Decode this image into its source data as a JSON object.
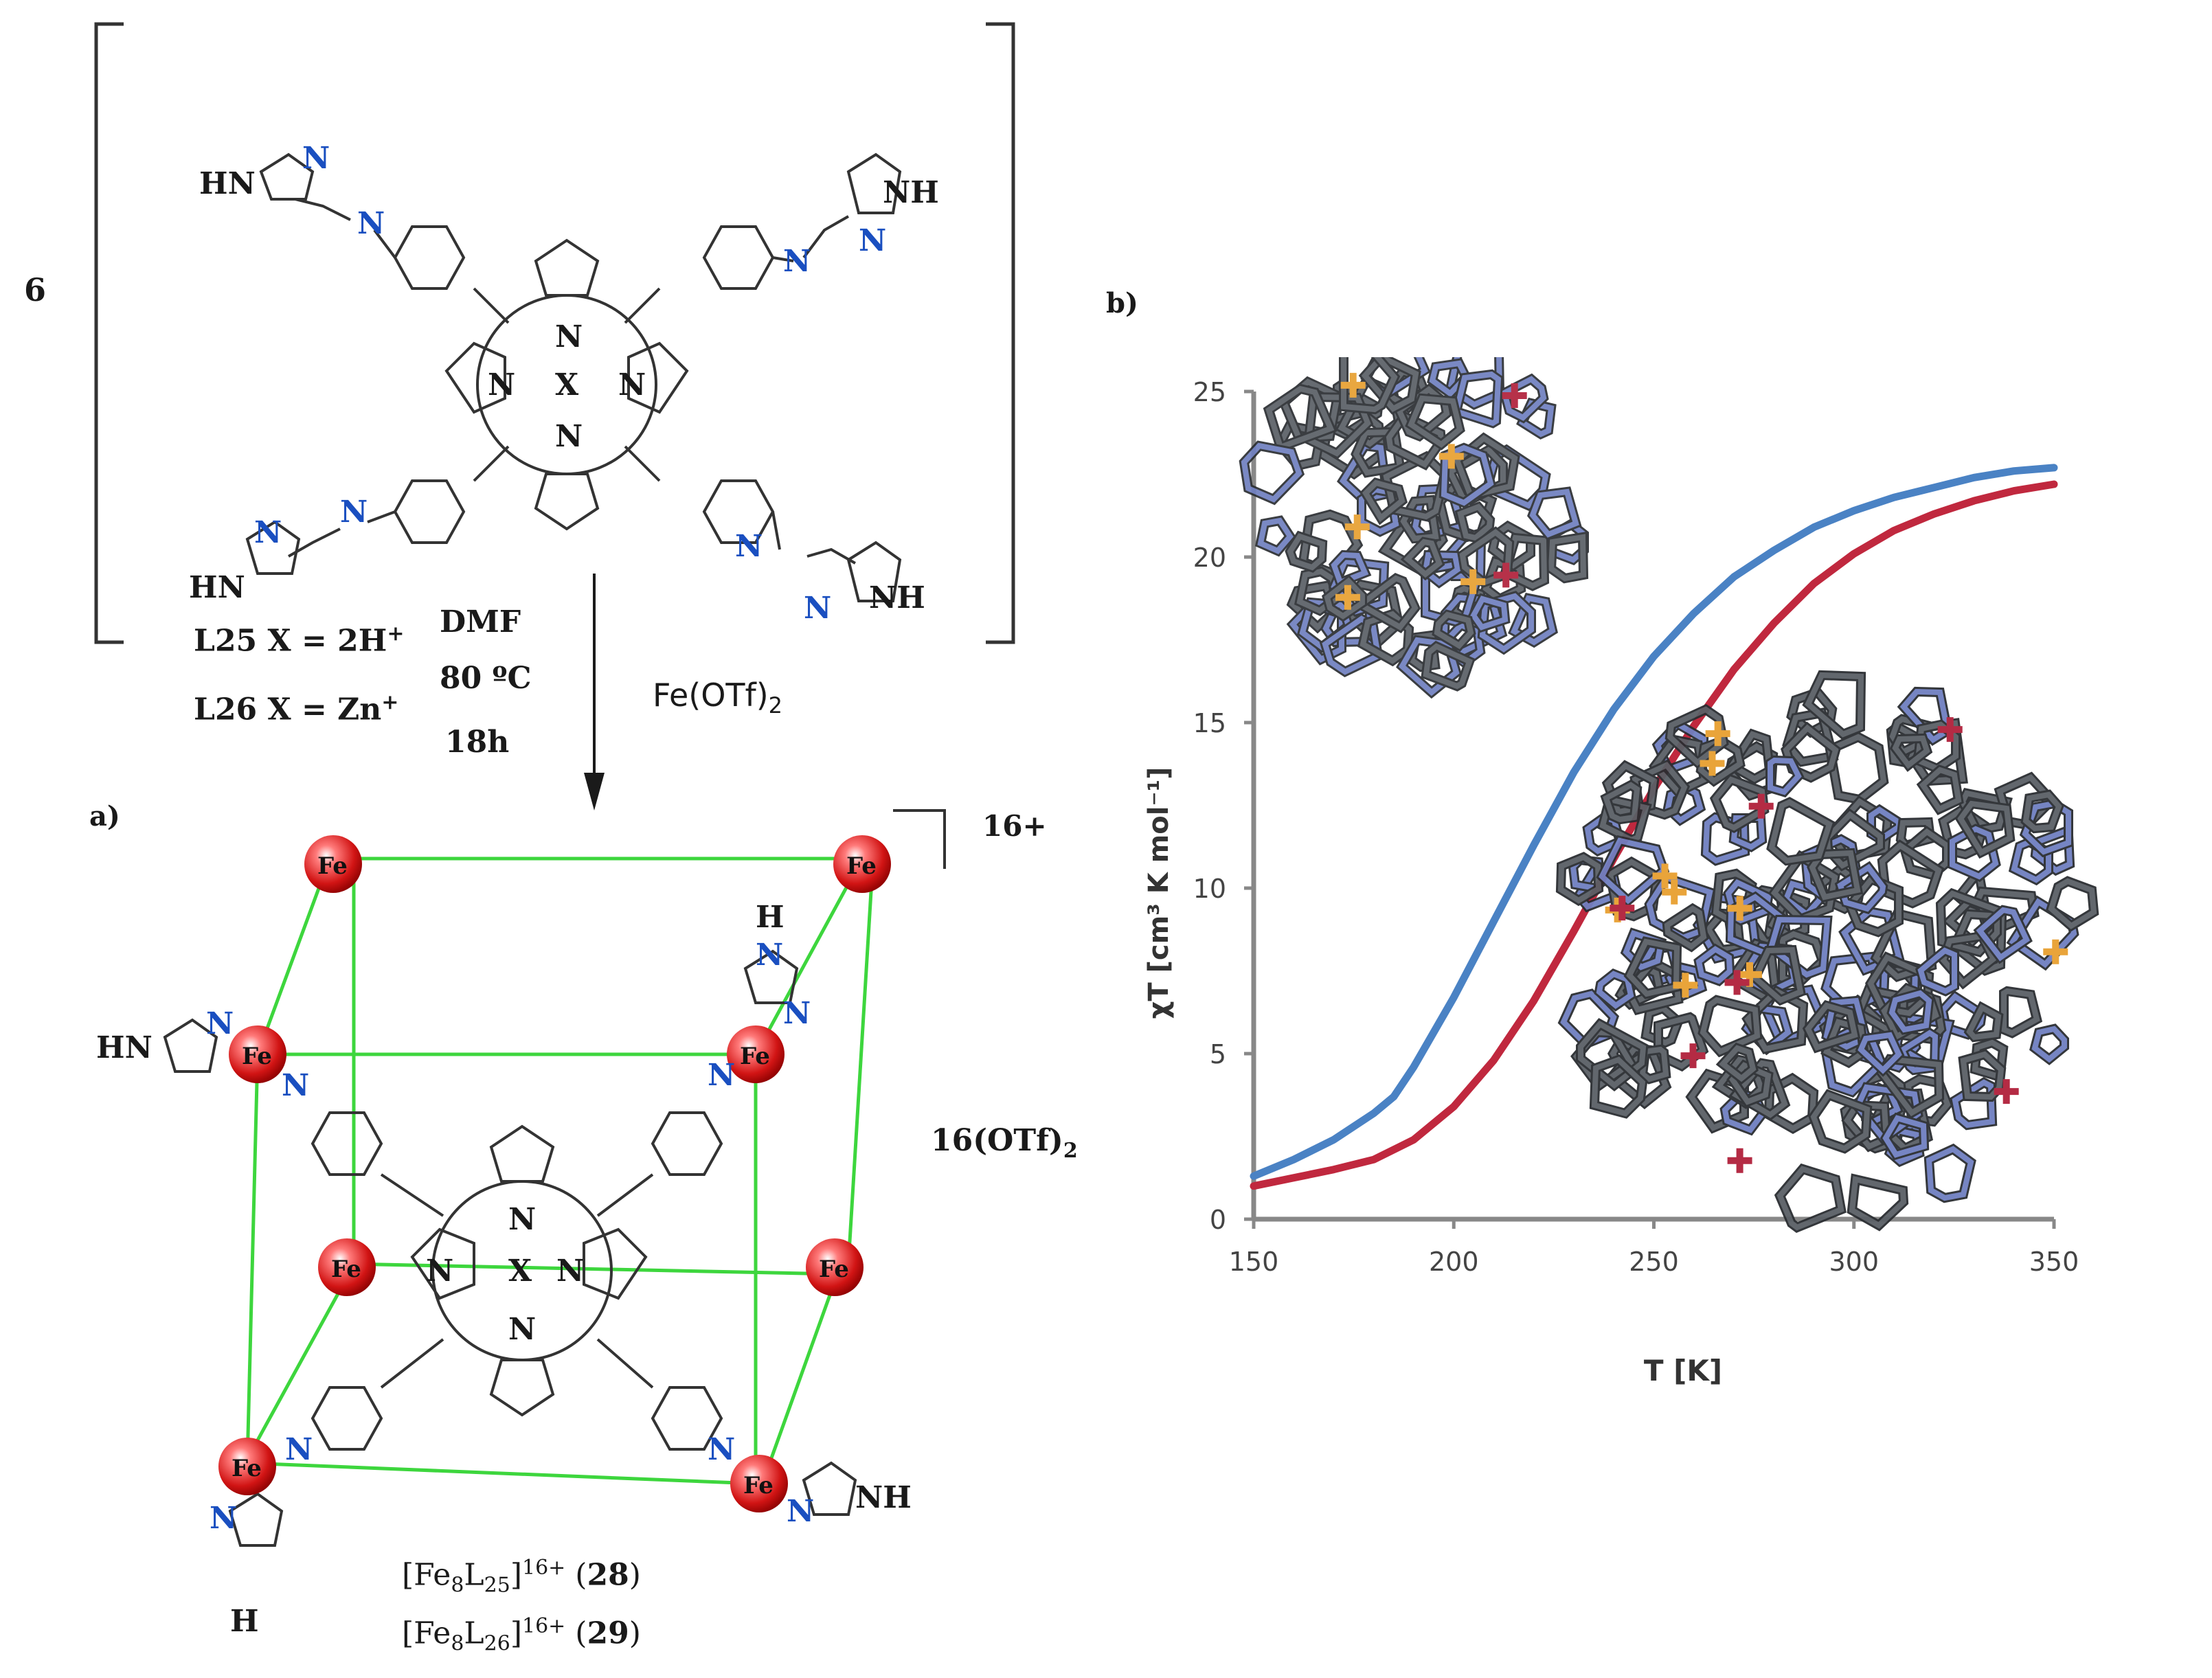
{
  "scheme": {
    "multiplier": "6",
    "conditions": {
      "line1_ligand": "L25",
      "line1_rest": "X = 2H",
      "line1_sup": "+",
      "line2_ligand": "L26",
      "line2_rest": "X = Zn",
      "line2_sup": "+",
      "solvent": "DMF",
      "temp": "80 ºC",
      "time": "18h"
    },
    "reagent_main": "Fe(OTf)",
    "reagent_sub": "2",
    "ligand_atoms": {
      "hn": "HN",
      "n": "N",
      "nh": "NH",
      "x": "X",
      "h": "H"
    },
    "panel_a_label": "a)",
    "panel_b_label": "b)",
    "cube": {
      "charge": "16+",
      "counterion_main": "16(OTf)",
      "counterion_sub": "2",
      "fe": "Fe"
    },
    "formulas": [
      {
        "pre": "[Fe",
        "sub1": "8",
        "mid": "L",
        "sub2": "25",
        "close": "]",
        "sup": "16+",
        "open_paren": " (",
        "num": "28",
        "close_paren": ")"
      },
      {
        "pre": "[Fe",
        "sub1": "8",
        "mid": "L",
        "sub2": "26",
        "close": "]",
        "sup": "16+",
        "open_paren": " (",
        "num": "29",
        "close_paren": ")"
      }
    ]
  },
  "chart_data": {
    "type": "line",
    "xlabel": "T [K]",
    "ylabel": "χT [cm³ K mol⁻¹]",
    "xlim": [
      150,
      350
    ],
    "ylim": [
      0,
      25
    ],
    "xticks": [
      "150",
      "200",
      "250",
      "300",
      "350"
    ],
    "yticks": [
      "0",
      "5",
      "10",
      "15",
      "20",
      "25"
    ],
    "grid": false,
    "series": [
      {
        "color": "#4a82c4",
        "x": [
          150,
          160,
          170,
          180,
          185,
          190,
          200,
          210,
          220,
          230,
          240,
          250,
          260,
          270,
          280,
          290,
          300,
          310,
          320,
          330,
          340,
          350
        ],
        "y": [
          1.3,
          1.8,
          2.4,
          3.2,
          3.7,
          4.6,
          6.7,
          9.0,
          11.3,
          13.5,
          15.4,
          17.0,
          18.3,
          19.4,
          20.2,
          20.9,
          21.4,
          21.8,
          22.1,
          22.4,
          22.6,
          22.7
        ]
      },
      {
        "color": "#c0283e",
        "x": [
          150,
          160,
          170,
          180,
          190,
          200,
          210,
          220,
          230,
          240,
          250,
          260,
          270,
          280,
          290,
          300,
          310,
          320,
          330,
          340,
          350
        ],
        "y": [
          1.0,
          1.25,
          1.5,
          1.8,
          2.4,
          3.4,
          4.8,
          6.6,
          8.7,
          10.9,
          13.0,
          14.9,
          16.6,
          18.0,
          19.2,
          20.1,
          20.8,
          21.3,
          21.7,
          22.0,
          22.2
        ]
      }
    ]
  }
}
